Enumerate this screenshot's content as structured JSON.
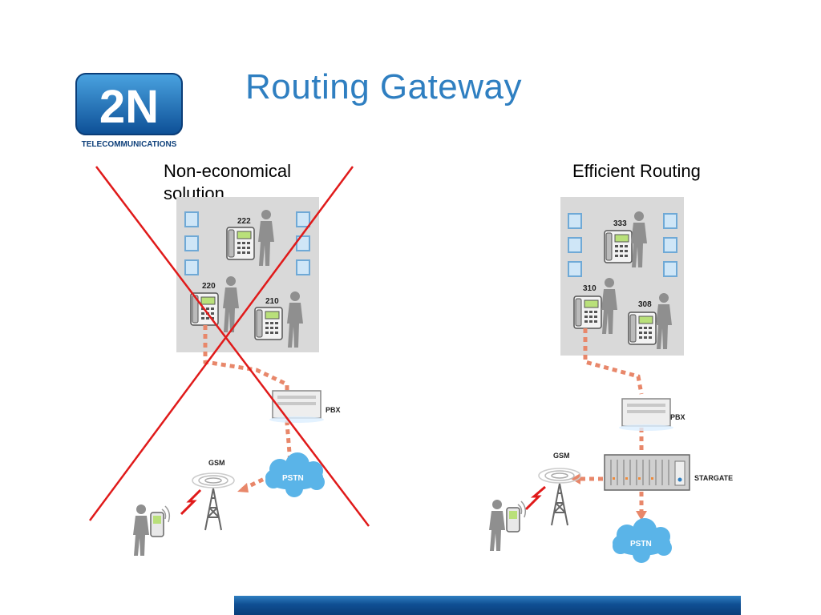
{
  "title": "Routing Gateway",
  "logo": {
    "mark": "2N",
    "subtitle": "TELECOMMUNICATIONS"
  },
  "left": {
    "caption": "Non-economical solution",
    "extensions": [
      "222",
      "220",
      "210"
    ],
    "pbx_label": "PBX",
    "pstn_label": "PSTN",
    "gsm_label": "GSM"
  },
  "right": {
    "caption": "Efficient Routing",
    "extensions": [
      "333",
      "310",
      "308"
    ],
    "pbx_label": "PBX",
    "gateway_label": "STARGATE",
    "gsm_label": "GSM",
    "pstn_label": "PSTN"
  },
  "colors": {
    "title": "#2f7fc1",
    "cross": "#e01a1a",
    "connection": "#e8876a",
    "building": "#d9d9d9",
    "cloud": "#5ab4e8",
    "footer": "#0f4f93"
  }
}
